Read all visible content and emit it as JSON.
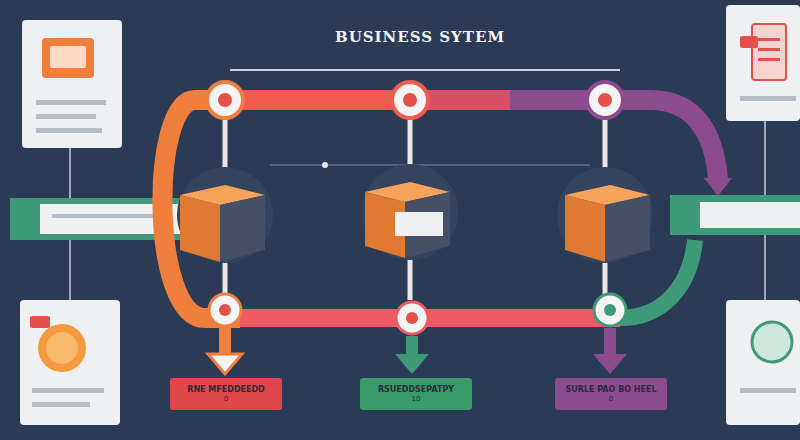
{
  "diagram": {
    "title": "BUSINESS SYTEM",
    "nodes": [
      {
        "text": [
          "RNE MFEDDEEDD",
          "0"
        ]
      },
      {
        "text": [
          "RSUEDDSEPATPY",
          "10"
        ]
      },
      {
        "text": [
          "SURLE PAO BO HEEL",
          "0"
        ]
      }
    ]
  }
}
